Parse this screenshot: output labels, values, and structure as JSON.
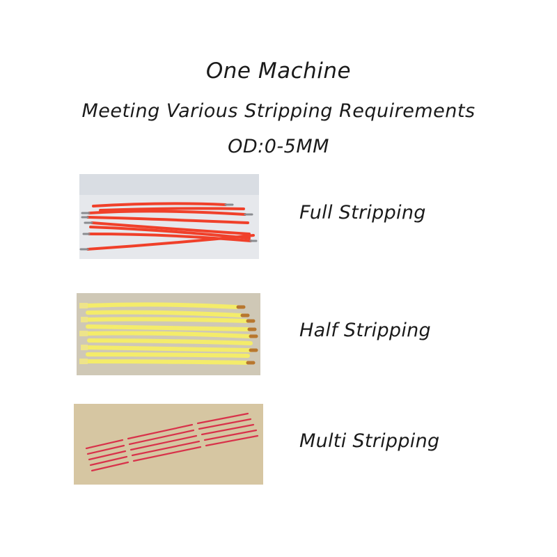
{
  "header": {
    "title": "One Machine",
    "subtitle": "Meeting Various Stripping Requirements",
    "spec": "OD:0-5MM"
  },
  "samples": [
    {
      "label": "Full Stripping",
      "wire_color": "#f0402a",
      "background": "#e4e6ea"
    },
    {
      "label": "Half Stripping",
      "wire_color": "#f4ec6a",
      "background": "#cfc9b8"
    },
    {
      "label": "Multi Stripping",
      "wire_color": "#d8324a",
      "background": "#d4c4a0"
    }
  ]
}
